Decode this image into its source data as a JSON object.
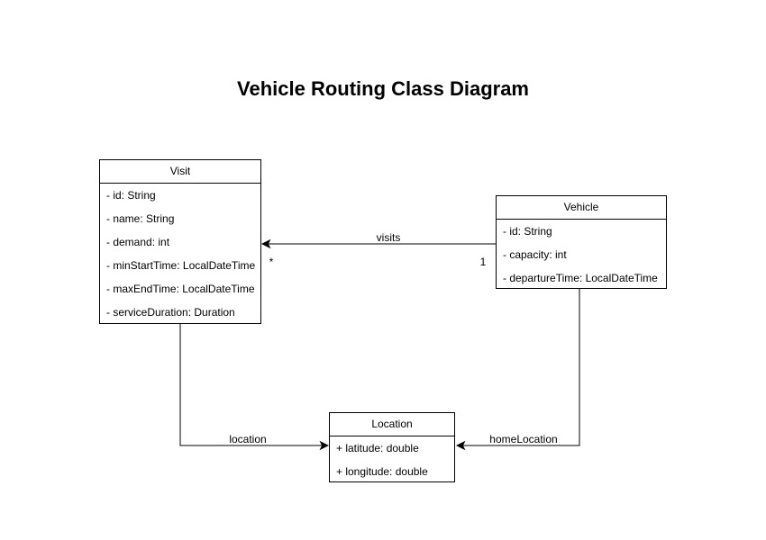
{
  "title": "Vehicle Routing Class Diagram",
  "classes": {
    "visit": {
      "name": "Visit",
      "attributes": [
        "- id: String",
        "- name: String",
        "- demand: int",
        "- minStartTime: LocalDateTime",
        "- maxEndTime: LocalDateTime",
        "- serviceDuration: Duration"
      ]
    },
    "vehicle": {
      "name": "Vehicle",
      "attributes": [
        "- id: String",
        "- capacity: int",
        "- departureTime: LocalDateTime"
      ]
    },
    "location": {
      "name": "Location",
      "attributes": [
        "+ latitude: double",
        "+ longitude: double"
      ]
    }
  },
  "associations": {
    "visits": {
      "label": "visits",
      "source": "Vehicle",
      "target": "Visit",
      "source_multiplicity": "1",
      "target_multiplicity": "*"
    },
    "location": {
      "label": "location",
      "source": "Visit",
      "target": "Location"
    },
    "homeLocation": {
      "label": "homeLocation",
      "source": "Vehicle",
      "target": "Location"
    }
  },
  "colors": {
    "background": "#ffffff",
    "stroke": "#000000",
    "shape_fill": "#ffffff",
    "text": "#000000"
  }
}
